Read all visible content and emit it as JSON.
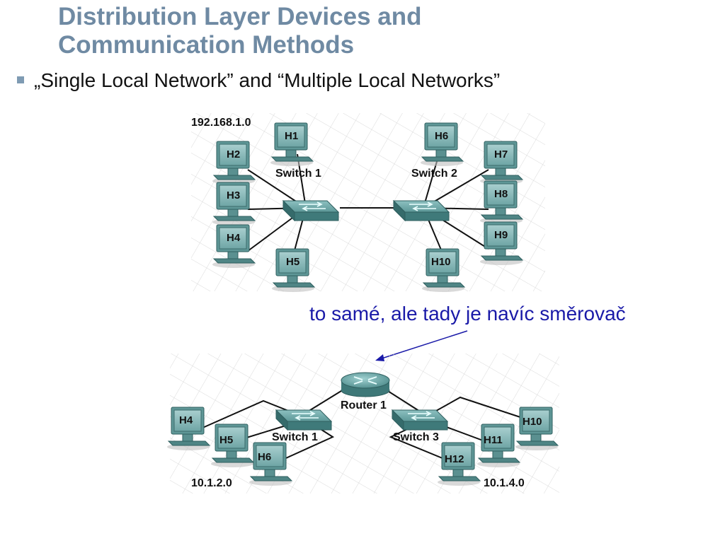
{
  "slide": {
    "title_line1": "Distribution Layer Devices and",
    "title_line2": "Communication Methods",
    "bullet": "„Single Local Network” and “Multiple Local Networks”",
    "annotation": "to samé, ale tady je navíc směrovač"
  },
  "diagram_top": {
    "network_label": "192.168.1.0",
    "switch1_label": "Switch 1",
    "switch2_label": "Switch 2",
    "hosts": {
      "h1": "H1",
      "h2": "H2",
      "h3": "H3",
      "h4": "H4",
      "h5": "H5",
      "h6": "H6",
      "h7": "H7",
      "h8": "H8",
      "h9": "H9",
      "h10": "H10"
    }
  },
  "diagram_bottom": {
    "router_label": "Router 1",
    "switch1_label": "Switch 1",
    "switch3_label": "Switch 3",
    "network_left": "10.1.2.0",
    "network_right": "10.1.4.0",
    "hosts": {
      "h4": "H4",
      "h5": "H5",
      "h6": "H6",
      "h10": "H10",
      "h11": "H11",
      "h12": "H12"
    }
  },
  "colors": {
    "title": "#6f8aa3",
    "annotation": "#1a1aa8",
    "device_teal": "#4f8e8e",
    "bullet": "#7f9bb3"
  }
}
